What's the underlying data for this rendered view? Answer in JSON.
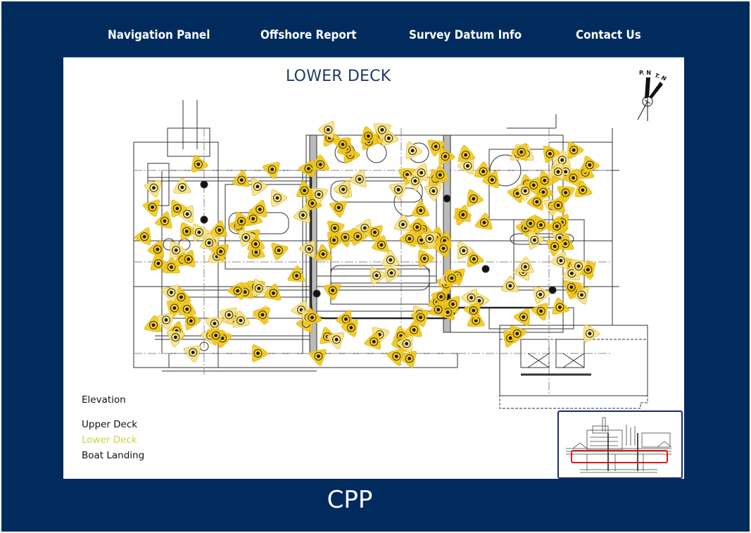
{
  "nav": {
    "items": [
      {
        "label": "Navigation Panel"
      },
      {
        "label": "Offshore Report"
      },
      {
        "label": "Survey Datum Info"
      },
      {
        "label": "Contact Us"
      }
    ]
  },
  "deck": {
    "title": "LOWER DECK",
    "compass": {
      "label_left": "P. N",
      "label_right": "T. N"
    }
  },
  "legend": {
    "heading": "Elevation",
    "levels": [
      {
        "label": "Upper Deck",
        "active": false
      },
      {
        "label": "Lower Deck",
        "active": true
      },
      {
        "label": "Boat Landing",
        "active": false
      }
    ]
  },
  "minimap": {
    "highlight": "Lower Deck"
  },
  "footer": {
    "title": "CPP"
  },
  "colors": {
    "frame_bg": "#002b5c",
    "marker_fill": "#f2c81c",
    "marker_fill_light": "#f7e38a",
    "marker_ring": "#3a3000",
    "active_level": "#c8d246",
    "minimap_highlight": "#d81e1e"
  },
  "markers": {
    "icon": "survey-point-triangle-icon",
    "count": 210
  }
}
